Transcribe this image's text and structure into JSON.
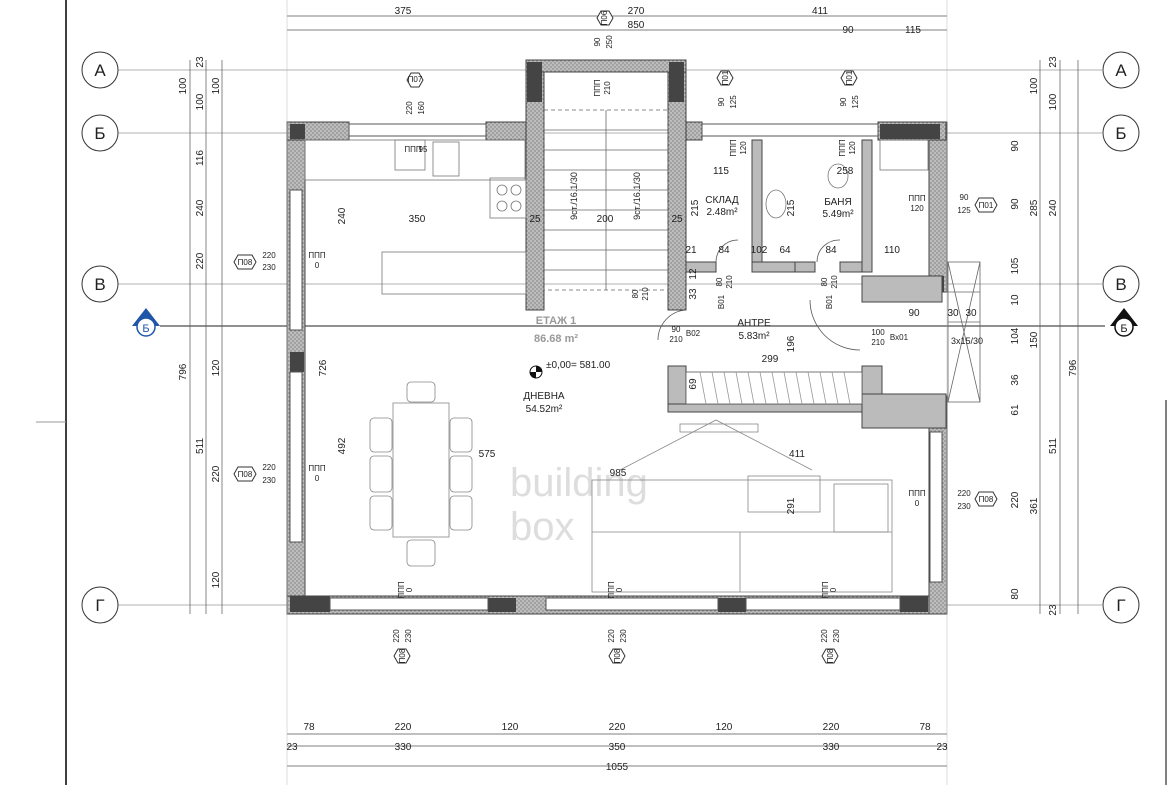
{
  "floor": {
    "name": "ЕТАЖ 1",
    "area": "86.68 m²",
    "level": "±0,00= 581.00"
  },
  "watermark": {
    "line1": "building",
    "line2": "box"
  },
  "rooms": {
    "storage": {
      "name": "СКЛАД",
      "area": "2.48m²"
    },
    "bath": {
      "name": "БАНЯ",
      "area": "5.49m²"
    },
    "hall": {
      "name": "АНТРЕ",
      "area": "5.83m²"
    },
    "living": {
      "name": "ДНЕВНА",
      "area": "54.52m²"
    }
  },
  "axes": {
    "a": "А",
    "b": "Б",
    "v": "В",
    "g": "Г",
    "section": "Б"
  },
  "dims": {
    "top1": [
      "375",
      "270",
      "411"
    ],
    "top2": [
      "850",
      "90",
      "115"
    ],
    "bottom1": [
      "78",
      "220",
      "120",
      "220",
      "120",
      "220",
      "78"
    ],
    "bottom2": [
      "23",
      "330",
      "350",
      "330",
      "23"
    ],
    "bottom_total": "1055",
    "left_outer": "796",
    "left_mid": [
      "100",
      "116",
      "220",
      "511"
    ],
    "left_inner": [
      "23",
      "100",
      "240",
      "726",
      "120",
      "220",
      "120"
    ],
    "left_room": [
      "240",
      "492"
    ],
    "right_outer": "796",
    "right_mid": [
      "100",
      "90",
      "285",
      "150",
      "511",
      "361"
    ],
    "right_inner": [
      "23",
      "100",
      "90",
      "90",
      "105",
      "10",
      "104",
      "36",
      "61",
      "220",
      "80",
      "23"
    ],
    "right_room": [
      "240"
    ],
    "interior": [
      "350",
      "25",
      "200",
      "25",
      "115",
      "215",
      "215",
      "258",
      "21",
      "84",
      "102",
      "64",
      "84",
      "110",
      "33",
      "12",
      "299",
      "196",
      "575",
      "411",
      "291",
      "985",
      "69",
      "90",
      "30",
      "30"
    ],
    "stair": [
      "9ст./16.1/30",
      "9ст./16.1/30"
    ],
    "stair_ext": "3x15/30"
  },
  "tags": {
    "P07": {
      "code": "П07",
      "w": "220",
      "h": "160"
    },
    "P06": {
      "code": "П06",
      "w": "90",
      "h": "250"
    },
    "P01a": {
      "code": "П01",
      "w": "90",
      "h": "125"
    },
    "P01b": {
      "code": "П01",
      "w": "90",
      "h": "125"
    },
    "P01c": {
      "code": "П01",
      "w": "90",
      "h": "125"
    },
    "P08_left1": {
      "code": "П08",
      "w": "220",
      "h": "230"
    },
    "P08_left2": {
      "code": "П08",
      "w": "220",
      "h": "230"
    },
    "P08_right": {
      "code": "П08",
      "w": "220",
      "h": "230"
    },
    "P08_b1": {
      "code": "П08",
      "w": "220",
      "h": "230"
    },
    "P08_b2": {
      "code": "П08",
      "w": "220",
      "h": "230"
    },
    "P08_b3": {
      "code": "П08",
      "w": "220",
      "h": "230"
    }
  },
  "openings": {
    "ppp": "ППП",
    "vals": [
      "210",
      "95",
      "120",
      "120",
      "120",
      "0",
      "0",
      "0",
      "0",
      "0",
      "0"
    ],
    "doors": [
      {
        "code": "В01",
        "w": "80",
        "h": "210"
      },
      {
        "code": "В01",
        "w": "80",
        "h": "210"
      },
      {
        "code": "В02",
        "w": "90",
        "h": "210"
      },
      {
        "code": "Вх01",
        "w": "100",
        "h": "210"
      },
      {
        "code": "",
        "w": "80",
        "h": "210"
      }
    ]
  },
  "colors": {
    "wall": "#8a8a8a",
    "wall_dark": "#333333",
    "line": "#555555",
    "axis_blue": "#1f56a8"
  }
}
